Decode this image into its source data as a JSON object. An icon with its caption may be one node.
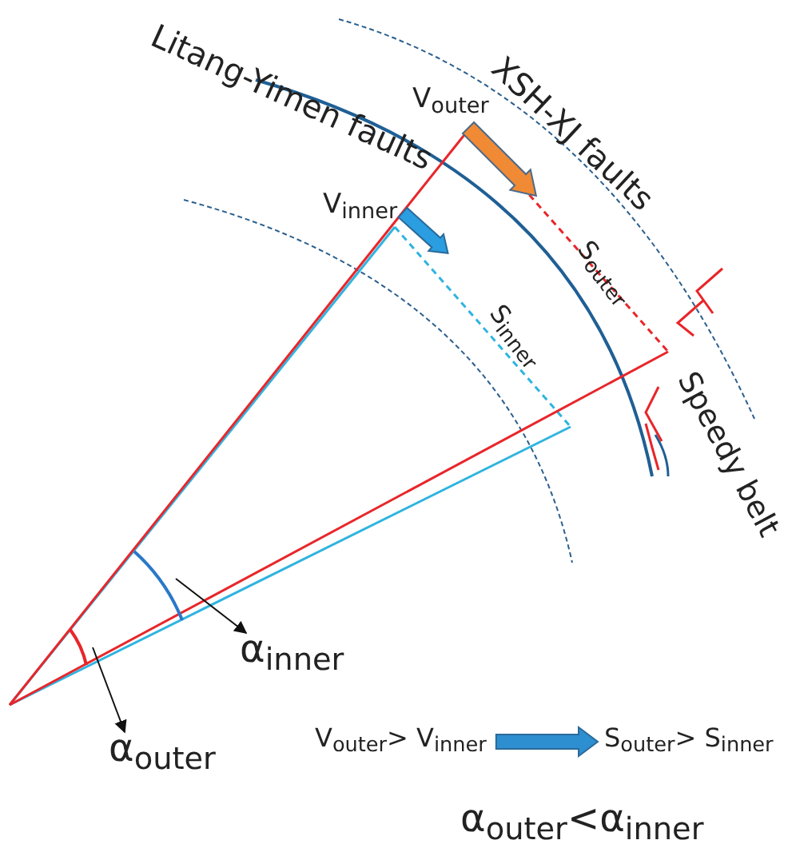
{
  "diagram": {
    "nodes": [
      {
        "text": [],
        "shape": "arc"
      },
      {
        "text": [],
        "shape": "arc"
      },
      {
        "text": [
          "α$_{inner}$"
        ]
      },
      {
        "text": [
          "α$_{outer}$"
        ]
      },
      {
        "text": [
          "V$_{outer}$> V$_{inner}$"
        ]
      },
      {
        "text": [
          "S$_{outer}$> S$_{inner}$"
        ]
      }
    ],
    "edges": [
      {
        "from": 0,
        "to": 2,
        "arrow": "to"
      },
      {
        "from": 1,
        "to": 3,
        "arrow": "to"
      },
      {
        "from": 4,
        "to": 5,
        "arrow": "to",
        "style": "thick",
        "color": "#2e8fd0"
      }
    ],
    "labels": [
      "Litang-Yimen faults",
      "XSH-XJ faults",
      "V$_{outer}$",
      "V$_{inner}$",
      "S$_{outer}$",
      "S$_{inner}$",
      "Speedy belt",
      "α$_{outer}$<α$_{inner}$"
    ]
  }
}
